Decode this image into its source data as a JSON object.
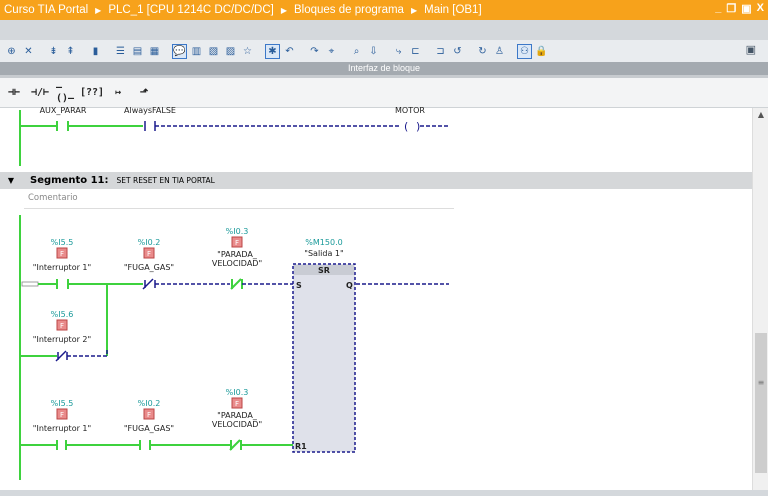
{
  "titlebar": {
    "crumbs": [
      "Curso TIA Portal",
      "PLC_1 [CPU 1214C DC/DC/DC]",
      "Bloques de programa",
      "Main [OB1]"
    ],
    "controls": [
      "_",
      "❐",
      "▣",
      "X"
    ]
  },
  "toolbar": {
    "icons": [
      "insert-network-icon",
      "delete-network-icon",
      "insert-row-icon",
      "append-row-icon",
      "address-icon",
      "collapse-all-icon",
      "expand-all-icon",
      "close-networks-icon",
      "comments-icon",
      "absolute-operands-icon",
      "symbolic-operands-icon",
      "operand-info-icon",
      "favorites-icon",
      "instruction-profiles-icon",
      "go-to-error-icon",
      "go-to-next-error-icon",
      "monitor-icon",
      "watch-icon",
      "download-icon",
      "call-hierarchy-icon",
      "input-list-icon",
      "output-list-icon",
      "open-block-icon",
      "close-block-icon",
      "user-icon",
      "monitoring-icon",
      "lock-icon"
    ],
    "glyphs": [
      "⊕",
      "✕",
      "⇟",
      "⇞",
      "▮",
      "☰",
      "▤",
      "▦",
      "💬",
      "▥",
      "▧",
      "▨",
      "☆",
      "✱",
      "↶",
      "↷",
      "⌖",
      "⌕",
      "⇩",
      "⤷",
      "⊏",
      "⊐",
      "↺",
      "↻",
      "♙",
      "⚇",
      "🔒"
    ],
    "right_icon": "settings-panel-icon"
  },
  "interface_bar": {
    "label": "Interfaz de bloque"
  },
  "instructions": [
    {
      "icon": "no-contact-icon",
      "glyph": "⊣⊢"
    },
    {
      "icon": "nc-contact-icon",
      "glyph": "⊣/⊢"
    },
    {
      "icon": "coil-icon",
      "glyph": "–()–"
    },
    {
      "icon": "empty-box-icon",
      "glyph": "[??]"
    },
    {
      "icon": "open-branch-icon",
      "glyph": "↦"
    },
    {
      "icon": "close-branch-icon",
      "glyph": "⬏"
    }
  ],
  "segment10": {
    "contact1": "AUX_PARAR",
    "contact2": "AlwaysFALSE",
    "coil": "MOTOR"
  },
  "segment11": {
    "title": "Segmento 11:",
    "comment_title": "SET RESET EN TIA PORTAL",
    "comment_placeholder": "Comentario",
    "set_row": [
      {
        "address": "%I5.5",
        "name": "\"Interruptor 1\"",
        "type": "NO"
      },
      {
        "address": "%I0.2",
        "name": "\"FUGA_GAS\"",
        "type": "NC"
      },
      {
        "address": "%I0.3",
        "name1": "\"PARADA_",
        "name2": "VELOCIDAD\"",
        "type": "NC"
      }
    ],
    "parallel": {
      "address": "%I5.6",
      "name": "\"Interruptor 2\"",
      "type": "NC"
    },
    "reset_row": [
      {
        "address": "%I5.5",
        "name": "\"Interruptor 1\"",
        "type": "NO"
      },
      {
        "address": "%I0.2",
        "name": "\"FUGA_GAS\"",
        "type": "NO"
      },
      {
        "address": "%I0.3",
        "name1": "\"PARADA_",
        "name2": "VELOCIDAD\"",
        "type": "NC"
      }
    ],
    "sr_box": {
      "address": "%M150.0",
      "name": "\"Salida 1\"",
      "type": "SR",
      "pin_s": "S",
      "pin_q": "Q",
      "pin_r1": "R1"
    },
    "force_marker": "F"
  }
}
